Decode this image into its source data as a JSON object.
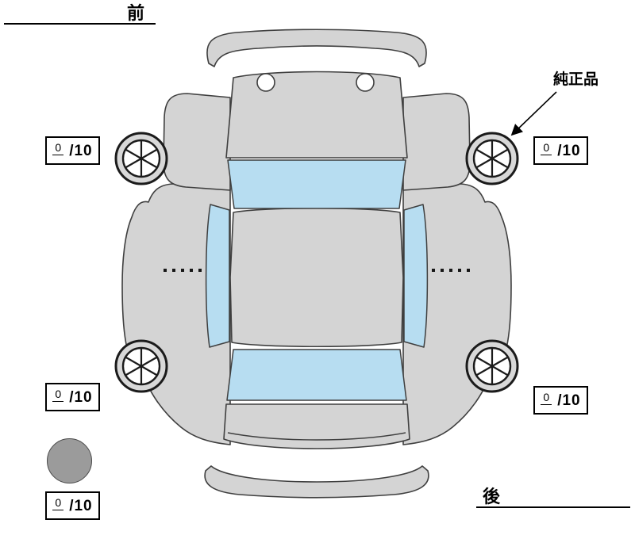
{
  "diagram": {
    "front_label": "前",
    "rear_label": "後",
    "genuine_part_label": "純正品"
  },
  "tire_scores": {
    "front_left": {
      "value": "0",
      "scale": "/10"
    },
    "front_right": {
      "value": "0",
      "scale": "/10"
    },
    "rear_left": {
      "value": "0",
      "scale": "/10"
    },
    "rear_right": {
      "value": "0",
      "scale": "/10"
    },
    "spare": {
      "value": "0",
      "scale": "/10"
    }
  },
  "colors": {
    "body": "#d4d4d4",
    "glass": "#b7ddf1",
    "outline": "#3f3f3f",
    "spare_tire": "#9b9b9b",
    "line": "#000000"
  }
}
